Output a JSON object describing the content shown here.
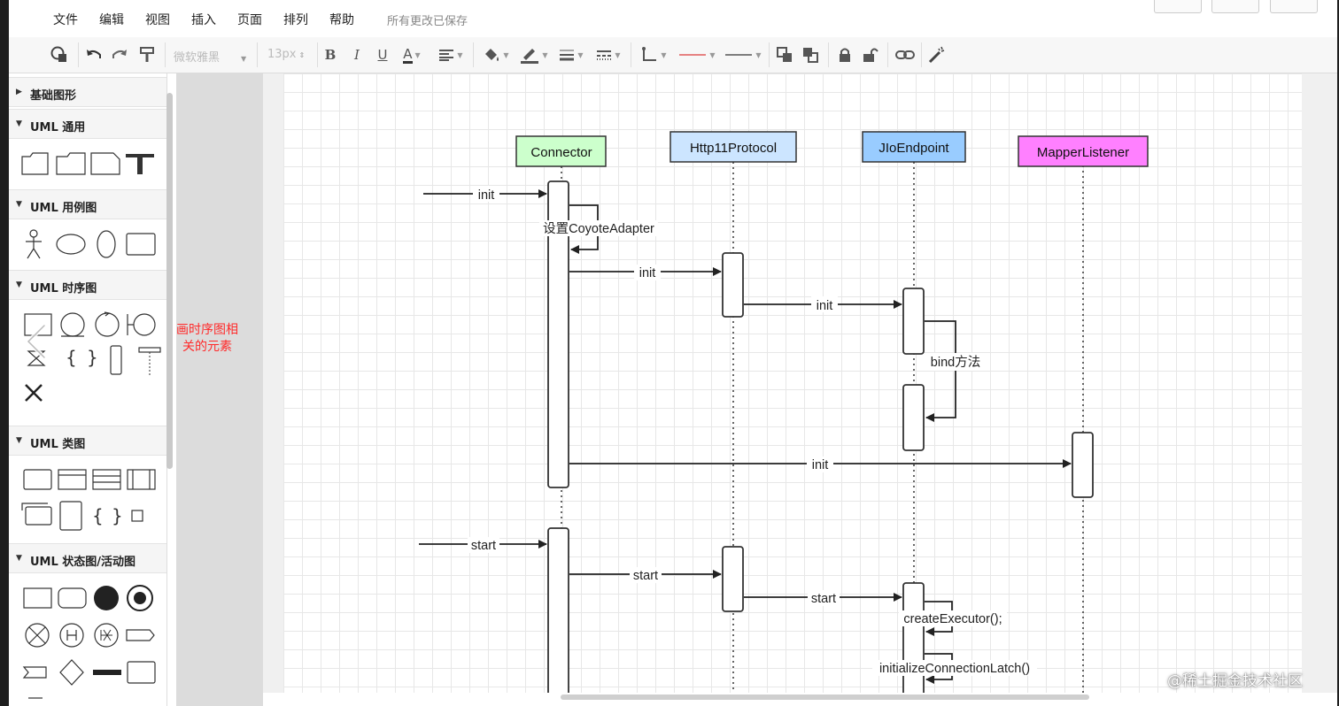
{
  "menu": [
    "文件",
    "编辑",
    "视图",
    "插入",
    "页面",
    "排列",
    "帮助"
  ],
  "save_status": "所有更改已保存",
  "toolbar": {
    "font_family": "微软雅黑",
    "font_size": "13px",
    "bold": "B",
    "italic": "I",
    "underline": "U",
    "font_color": "A"
  },
  "sidebar": {
    "sections": [
      {
        "label": "基础图形",
        "expanded": false
      },
      {
        "label": "UML 通用",
        "expanded": true
      },
      {
        "label": "UML 用例图",
        "expanded": true
      },
      {
        "label": "UML 时序图",
        "expanded": true
      },
      {
        "label": "UML 类图",
        "expanded": true
      },
      {
        "label": "UML 状态图/活动图",
        "expanded": true
      }
    ]
  },
  "annotation": "画时序图相关的元素",
  "diagram": {
    "participants": [
      {
        "name": "Connector",
        "fill": "#ccffcc"
      },
      {
        "name": "Http11Protocol",
        "fill": "#cce5ff"
      },
      {
        "name": "JIoEndpoint",
        "fill": "#99ccff"
      },
      {
        "name": "MapperListener",
        "fill": "#ff80ff"
      }
    ],
    "messages": [
      "init",
      "设置CoyoteAdapter",
      "init",
      "init",
      "bind方法",
      "init",
      "start",
      "start",
      "start",
      "createExecutor();",
      "initializeConnectionLatch()"
    ]
  },
  "watermark": "@稀土掘金技术社区"
}
